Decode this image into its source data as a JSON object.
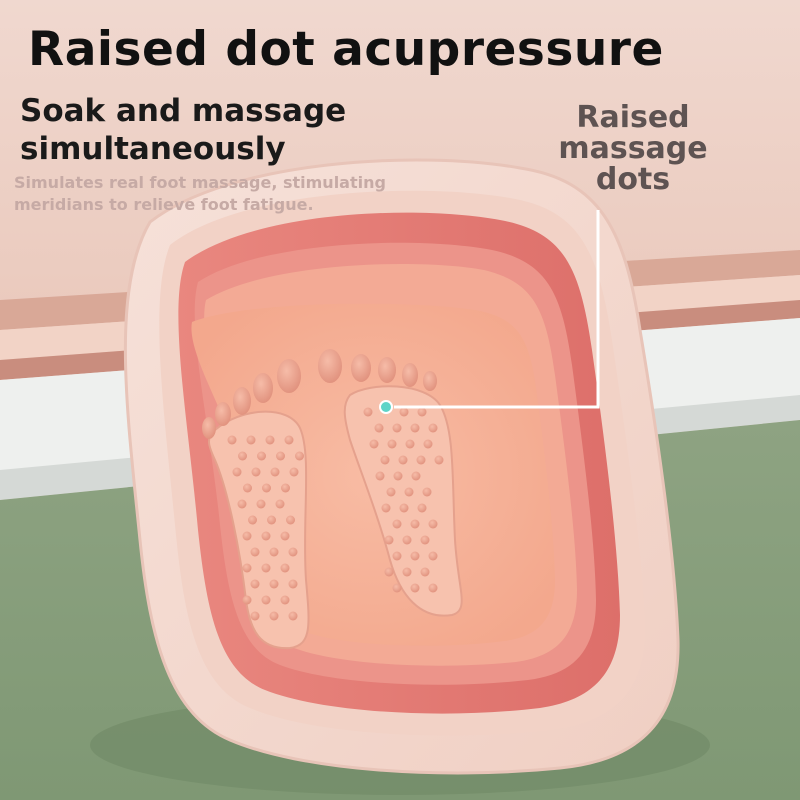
{
  "headline": "Raised dot acupressure",
  "subheading": {
    "line1": "Soak and massage",
    "line2": "simultaneously"
  },
  "description": {
    "line1": "Simulates real foot massage, stimulating",
    "line2": "meridians to relieve foot fatigue."
  },
  "callout": {
    "line1": "Raised",
    "line2": "massage",
    "line3": "dots"
  },
  "colors": {
    "wall": "#e9cfc5",
    "floor": "#879e7a",
    "basin_rim": "#f3d6cc",
    "basin_inner": "#e47f79",
    "basin_floor": "#f4b29b",
    "highlight_dot": "#5fd4c8"
  }
}
